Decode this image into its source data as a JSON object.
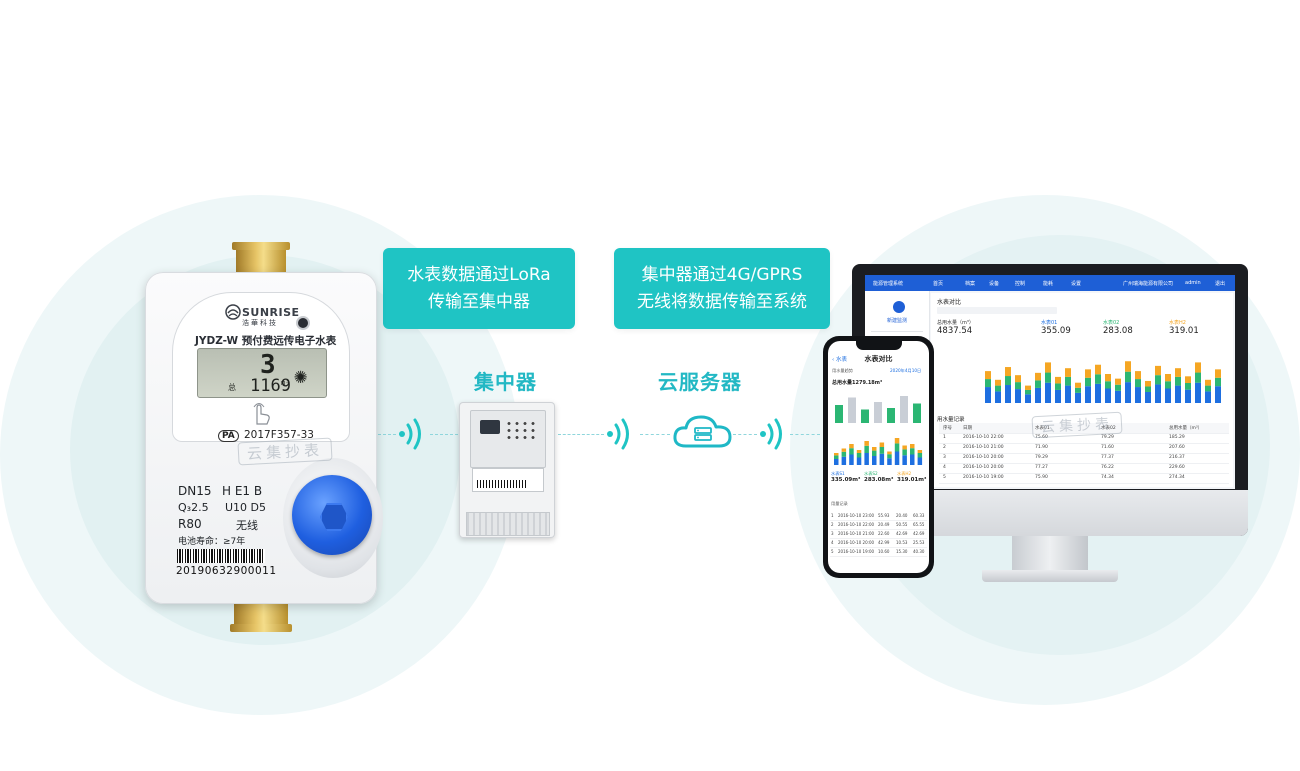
{
  "callouts": {
    "lora_line1": "水表数据通过LoRa",
    "lora_line2": "传输至集中器",
    "gprs_line1": "集中器通过4G/GPRS",
    "gprs_line2": "无线将数据传输至系统"
  },
  "labels": {
    "concentrator": "集中器",
    "cloud_server": "云服务器"
  },
  "watermark": "云集抄表",
  "meter": {
    "brand": "SUNRISE",
    "brand_cn": "浩華科技",
    "model_title": "JYDZ-W 预付费远传电子水表",
    "lcd_big": "3",
    "lcd_total_label": "总",
    "lcd_total": "1169",
    "lcd_unit": "m³",
    "pa_mark": "PA",
    "pattern_no": "2017F357-33",
    "spec_dn": "DN15",
    "spec_h": "H E1 B",
    "spec_q": "Q₃2.5",
    "spec_u": "U10 D5",
    "spec_r": "R80",
    "spec_wireless": "无线",
    "battery": "电池寿命：≥7年",
    "serial": "20190632900011"
  },
  "desktop": {
    "system_name": "能源管理系统",
    "nav": [
      "首页",
      "档案",
      "设备",
      "控制",
      "能耗",
      "设置"
    ],
    "company": "广州瑞海能源有限公司",
    "user": "admin",
    "logout": "退出",
    "page_title": "水表对比",
    "side_btn": "新建监测",
    "stats": [
      {
        "name": "总用水量（m³）",
        "value": "4837.54",
        "color": "#333333"
      },
      {
        "name": "水表01",
        "value": "355.09",
        "color": "#1e6fe0"
      },
      {
        "name": "水表02",
        "value": "283.08",
        "color": "#2bb673"
      },
      {
        "name": "水表H2",
        "value": "319.01",
        "color": "#f5a623"
      }
    ],
    "table_title": "用水量记录",
    "table_headers": [
      "序号",
      "日期",
      "水表01",
      "水表02",
      "总用水量（m³）"
    ],
    "table_rows": [
      [
        "1",
        "2016-10-10 22:00",
        "75.60",
        "79.29",
        "185.29"
      ],
      [
        "2",
        "2016-10-10 21:00",
        "71.90",
        "71.60",
        "207.60"
      ],
      [
        "3",
        "2016-10-10 20:00",
        "79.29",
        "77.37",
        "216.37"
      ],
      [
        "4",
        "2016-10-10 20:00",
        "77.27",
        "76.22",
        "229.60"
      ],
      [
        "5",
        "2016-10-10 19:00",
        "75.90",
        "74.34",
        "274.34"
      ]
    ]
  },
  "phone": {
    "back": "水表",
    "title": "水表对比",
    "date_label": "用水量趋势",
    "date": "2020年4月10日",
    "total": "总用水量1279.18m³",
    "readings": [
      {
        "name": "水表S1",
        "value": "335.09m³",
        "color": "#1e6fe0"
      },
      {
        "name": "水表S2",
        "value": "283.08m³",
        "color": "#2bb673"
      },
      {
        "name": "水表H2",
        "value": "319.01m³",
        "color": "#f5a623"
      }
    ],
    "list_title": "用量记录",
    "rows": [
      [
        "1",
        "2016-10-10 23:00",
        "55.93",
        "20.40",
        "60.33"
      ],
      [
        "2",
        "2016-10-10 22:00",
        "20.49",
        "50.55",
        "65.55"
      ],
      [
        "3",
        "2016-10-10 21:00",
        "22.60",
        "42.69",
        "42.69"
      ],
      [
        "4",
        "2016-10-10 20:00",
        "42.99",
        "10.53",
        "25.53"
      ],
      [
        "5",
        "2016-10-10 19:00",
        "10.60",
        "15.30",
        "40.30"
      ]
    ]
  }
}
